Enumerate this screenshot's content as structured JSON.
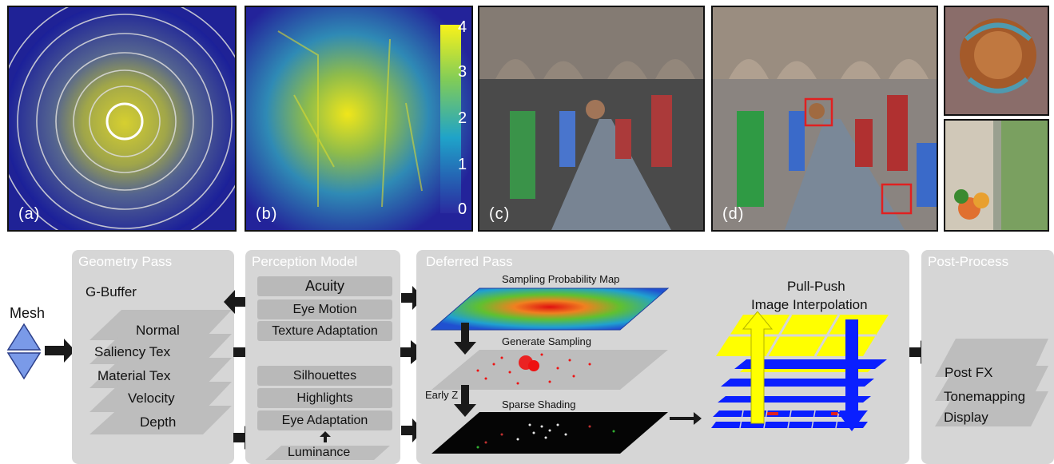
{
  "top_panels": {
    "a_label": "(a)",
    "b_label": "(b)",
    "c_label": "(c)",
    "d_label": "(d)",
    "colorbar_ticks": [
      "4",
      "3",
      "2",
      "1",
      "0"
    ]
  },
  "mesh_label": "Mesh",
  "geometry_pass": {
    "title": "Geometry Pass",
    "gbuffer": "G-Buffer",
    "layers": [
      "Normal",
      "Saliency Tex",
      "Material Tex",
      "Velocity",
      "Depth"
    ]
  },
  "perception_model": {
    "title": "Perception Model",
    "items_top": [
      "Acuity",
      "Eye Motion",
      "Texture Adaptation"
    ],
    "items_bottom": [
      "Silhouettes",
      "Highlights",
      "Eye Adaptation"
    ],
    "luminance": "Luminance"
  },
  "deferred_pass": {
    "title": "Deferred Pass",
    "sampling_map": "Sampling Probability Map",
    "generate_sampling": "Generate Sampling",
    "early_z": "Early Z",
    "sparse_shading": "Sparse Shading",
    "pullpush_line1": "Pull-Push",
    "pullpush_line2": "Image Interpolation"
  },
  "post_process": {
    "title": "Post-Process",
    "layers": [
      "Post FX",
      "Tonemapping",
      "Display"
    ]
  },
  "colors": {
    "panel_bg": "#d6d6d6",
    "pill": "#b9b9b9",
    "yellow": "#ffff00",
    "blue": "#0a1fff",
    "arrow": "#1a1a1a"
  }
}
